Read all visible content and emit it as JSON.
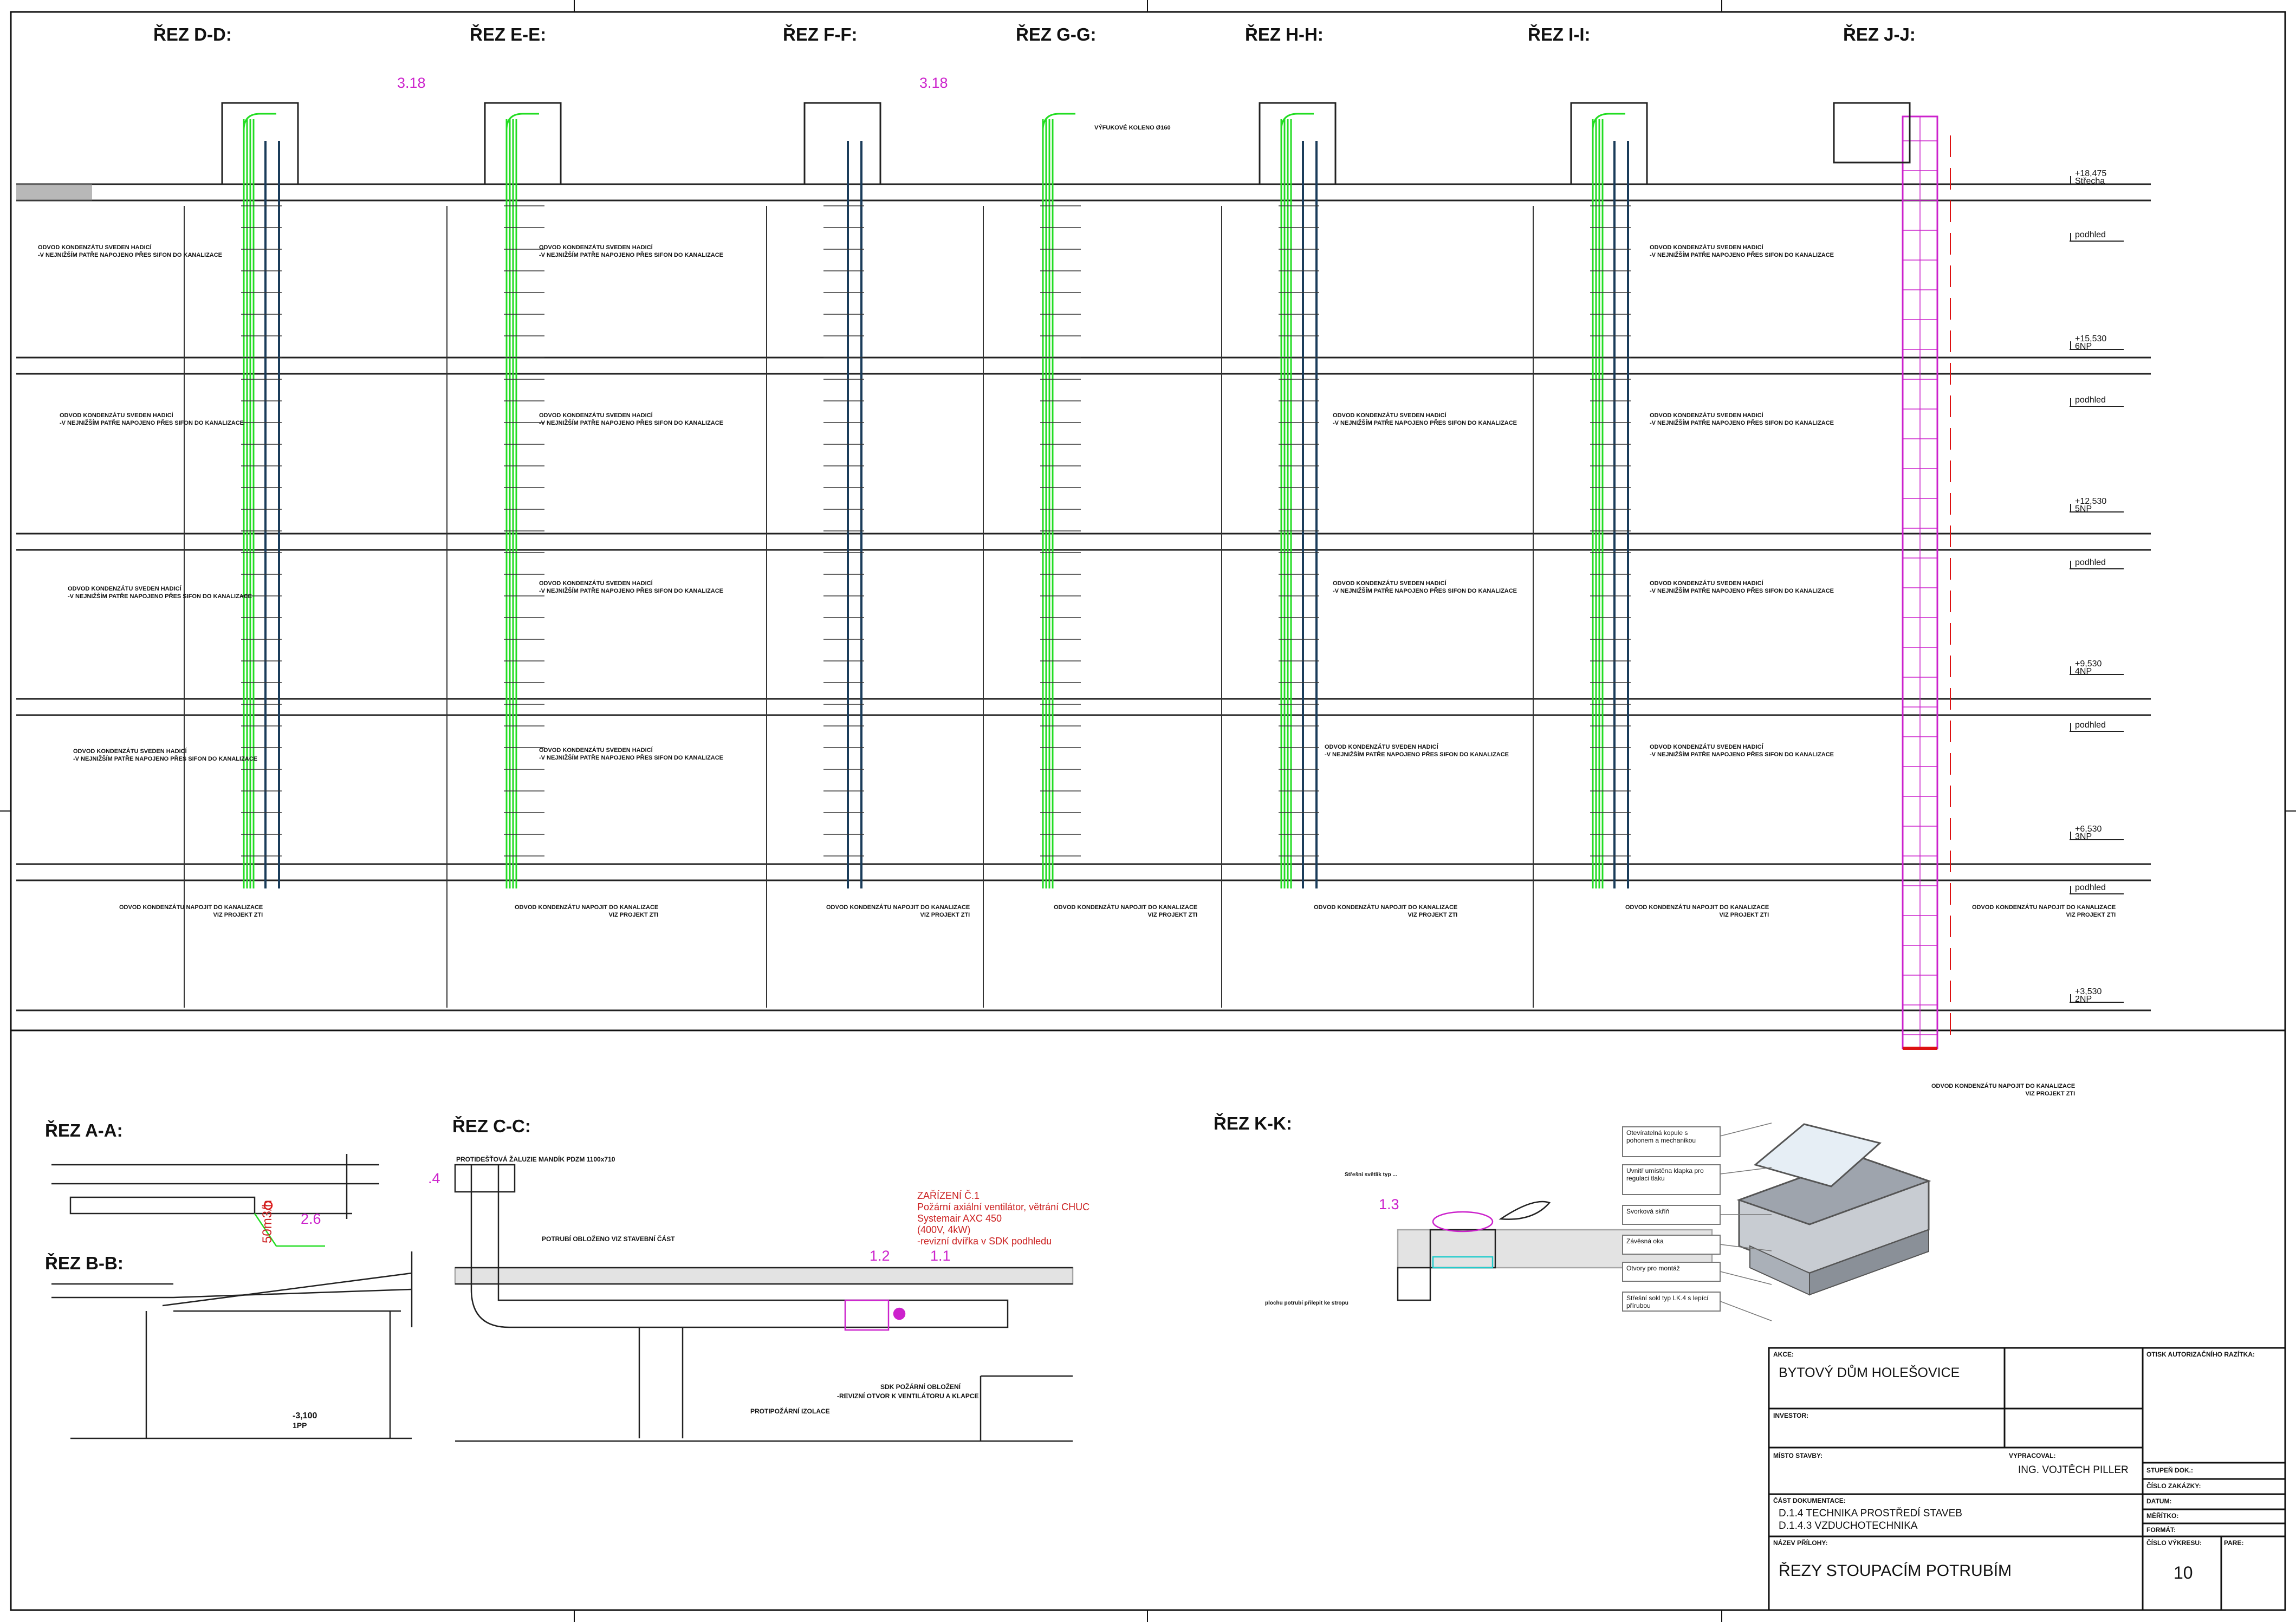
{
  "sections": {
    "dd": "ŘEZ D-D:",
    "ee": "ŘEZ E-E:",
    "ff": "ŘEZ F-F:",
    "gg": "ŘEZ G-G:",
    "hh": "ŘEZ H-H:",
    "ii": "ŘEZ I-I:",
    "jj": "ŘEZ J-J:",
    "aa": "ŘEZ A-A:",
    "bb": "ŘEZ B-B:",
    "cc": "ŘEZ C-C:",
    "kk": "ŘEZ K-K:"
  },
  "levels": [
    {
      "value": "+18,475",
      "label": "Střecha"
    },
    {
      "value": "",
      "label": "podhled"
    },
    {
      "value": "+15,530",
      "label": "6NP"
    },
    {
      "value": "",
      "label": "podhled"
    },
    {
      "value": "+12,530",
      "label": "5NP"
    },
    {
      "value": "",
      "label": "podhled"
    },
    {
      "value": "+9,530",
      "label": "4NP"
    },
    {
      "value": "",
      "label": "podhled"
    },
    {
      "value": "+6,530",
      "label": "3NP"
    },
    {
      "value": "",
      "label": "podhled"
    },
    {
      "value": "+3,530",
      "label": "2NP"
    }
  ],
  "notes": {
    "condensate_1": "ODVOD KONDENZÁTU SVEDEN HADICÍ",
    "condensate_2": "-V NEJNIŽŠÍM PATŘE NAPOJENO PŘES SIFON DO KANALIZACE",
    "condensate_end_1": "ODVOD KONDENZÁTU NAPOJIT DO KANALIZACE",
    "condensate_end_2": "VIZ PROJEKT ZTI",
    "exhaust_bend": "VÝFUKOVÉ KOLENO Ø160"
  },
  "tags": {
    "t318a": "3.18",
    "t318b": "3.18",
    "t26": "2.6",
    "t4": ".4",
    "t12": "1.2",
    "t11": "1.1",
    "t13": "1.3",
    "flow_aa": "50m3/h"
  },
  "section_c": {
    "n1": "PROTIDEŠŤOVÁ ŽALUZIE MANDÍK PDZM 1100x710",
    "n2": "POTRUBÍ OBLOŽENO VIZ STAVEBNÍ ČÁST",
    "n3": "PROTIPOŽÁRNÍ IZOLACE",
    "n4": "SDK POŽÁRNÍ OBLOŽENÍ",
    "n5": "-REVIZNÍ OTVOR K VENTILÁTORU A KLAPCE",
    "device1": "ZAŘÍZENÍ Č.1",
    "device2": "Požární axiální ventilátor, větrání CHUC",
    "device3": "Systemair AXC 450",
    "device4": "(400V, 4kW)",
    "device5": "-revizní dvířka v SDK podhledu",
    "level_val": "-3,100",
    "level_lbl": "1PP"
  },
  "section_k": {
    "n1": "Střešní světlík typ ...",
    "n2": "plochu potrubí přilepit ke stropu",
    "callouts": [
      "Otevíratelná kopule s pohonem a mechanikou",
      "Uvnitř umístěna klapka pro regulaci tlaku",
      "Svorková skříň",
      "Závěsná oka",
      "Otvory pro montáž",
      "Střešní sokl typ LK.4 s lepící přírubou"
    ]
  },
  "titleblock": {
    "akce_lbl": "AKCE:",
    "akce": "BYTOVÝ DŮM HOLEŠOVICE",
    "investor_lbl": "INVESTOR:",
    "misto_lbl": "MÍSTO STAVBY:",
    "vypracoval_lbl": "VYPRACOVAL:",
    "vypracoval": "ING. VOJTĚCH PILLER",
    "cast_lbl": "ČÁST DOKUMENTACE:",
    "cast1": "D.1.4 TECHNIKA PROSTŘEDÍ STAVEB",
    "cast2": "D.1.4.3 VZDUCHOTECHNIKA",
    "nazev_lbl": "NÁZEV PŘÍLOHY:",
    "nazev": "ŘEZY STOUPACÍM POTRUBÍM",
    "razitko_lbl": "OTISK AUTORIZAČNÍHO RAZÍTKA:",
    "stupen_lbl": "STUPEŇ DOK.:",
    "cislo_zak_lbl": "ČÍSLO ZAKÁZKY:",
    "datum_lbl": "DATUM:",
    "meritko_lbl": "MĚŘÍTKO:",
    "format_lbl": "FORMÁT:",
    "cislo_vyk_lbl": "ČÍSLO VÝKRESU:",
    "pare_lbl": "PARE:",
    "cislo_vyk": "10"
  },
  "colors": {
    "green": "#22dd22",
    "darkblue": "#1a3c5a",
    "magenta": "#cc22cc",
    "red": "#dd1111",
    "cyan": "#22cccc",
    "line": "#222222"
  }
}
